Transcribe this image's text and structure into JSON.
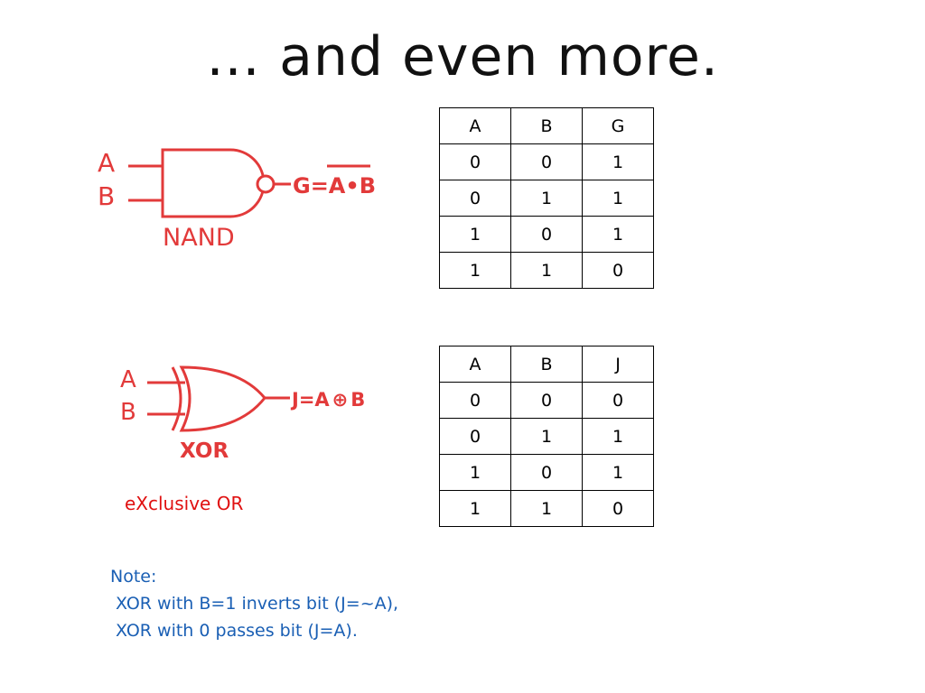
{
  "slide": {
    "title": "… and even more."
  },
  "nand_gate": {
    "input_a": "A",
    "input_b": "B",
    "output_label": "G=A•B",
    "gate_name": "NAND",
    "color": "#e23a3a"
  },
  "xor_gate": {
    "input_a": "A",
    "input_b": "B",
    "output_prefix": "J=A",
    "output_symbol": "⊕",
    "output_suffix": "B",
    "gate_name": "XOR",
    "color": "#e23a3a"
  },
  "nand_table": {
    "headers": [
      "A",
      "B",
      "G"
    ],
    "rows": [
      [
        "0",
        "0",
        "1"
      ],
      [
        "0",
        "1",
        "1"
      ],
      [
        "1",
        "0",
        "1"
      ],
      [
        "1",
        "1",
        "0"
      ]
    ]
  },
  "xor_table": {
    "headers": [
      "A",
      "B",
      "J"
    ],
    "rows": [
      [
        "0",
        "0",
        "0"
      ],
      [
        "0",
        "1",
        "1"
      ],
      [
        "1",
        "0",
        "1"
      ],
      [
        "1",
        "1",
        "0"
      ]
    ]
  },
  "caption": {
    "text": "eXclusive OR",
    "color": "#e01010"
  },
  "note": {
    "heading": "Note:",
    "line1": " XOR with B=1 inverts bit (J=~A),",
    "line2": " XOR with 0 passes bit (J=A).",
    "color": "#1a5fb4"
  }
}
